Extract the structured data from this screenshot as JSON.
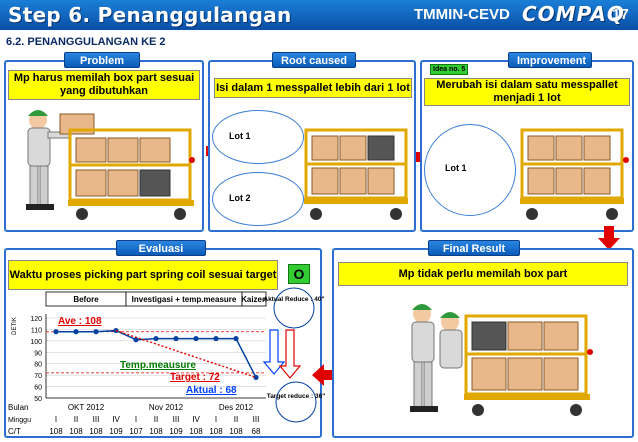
{
  "header": {
    "title": "Step 6. Penanggulangan",
    "team": "TMMIN-CEVD",
    "brand": "COMPAQ",
    "page_number": "17"
  },
  "section_title": "6.2. PENANGGULANGAN KE 2",
  "problem": {
    "label": "Problem",
    "text": "Mp harus memilah box part sesuai yang dibutuhkan"
  },
  "root_caused": {
    "label": "Root caused",
    "text": "Isi dalam 1 messpallet lebih dari 1 lot",
    "lot_a": "Lot 1",
    "lot_b": "Lot 2"
  },
  "improvement": {
    "label": "Improvement",
    "idea": "Idea no. 5",
    "text": "Merubah isi dalam satu messpallet menjadi 1 lot",
    "lot": "Lot 1"
  },
  "evaluasi": {
    "label": "Evaluasi",
    "text": "Waktu proses picking part spring coil sesuai target",
    "result_mark": "O"
  },
  "final_result": {
    "label": "Final Result",
    "text": "Mp tidak perlu memilah box part"
  },
  "chart_data": {
    "type": "line",
    "ylabel": "DETIK",
    "ylim": [
      50,
      120
    ],
    "yticks": [
      50,
      60,
      70,
      80,
      90,
      100,
      110,
      120
    ],
    "phases": [
      "Before",
      "Investigasi + temp.measure",
      "Kaizen"
    ],
    "months": [
      "OKT 2012",
      "Nov 2012",
      "Des 2012"
    ],
    "weeks": [
      "I",
      "II",
      "III",
      "IV",
      "I",
      "II",
      "III",
      "IV",
      "I",
      "II",
      "III"
    ],
    "row_labels": {
      "month": "Bulan",
      "week": "Minggu",
      "ct": "C/T"
    },
    "ct_values": [
      "108",
      "108",
      "108",
      "109",
      "107",
      "108",
      "109",
      "108",
      "108",
      "108",
      "68"
    ],
    "series": [
      {
        "values": [
          108,
          108,
          108,
          109,
          101,
          102,
          102,
          102,
          102,
          102,
          68
        ]
      }
    ],
    "annotations": {
      "average": "Ave : 108",
      "temp": "Temp.meausure",
      "target": "Target : 72",
      "actual": "Aktual : 68",
      "actual_reduce": "Aktual Reduce : 40\"",
      "target_reduce": "Target reduce : 36\""
    },
    "colors": {
      "line": "#0040a0",
      "target": "#e00000",
      "average": "#e00000"
    }
  }
}
